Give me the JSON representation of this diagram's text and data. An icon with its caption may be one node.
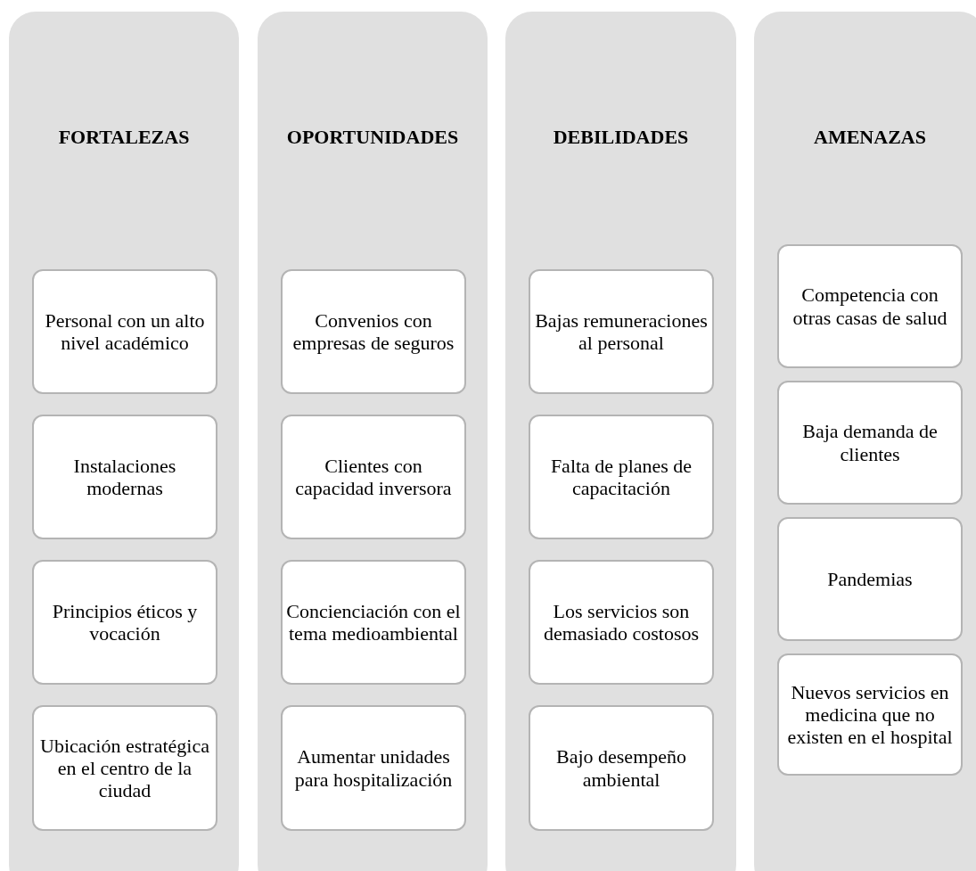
{
  "diagram": {
    "nodes": [
      {
        "text": [
          "FORTALEZAS"
        ]
      },
      {
        "text": [
          "Personal con un alto nivel académico"
        ],
        "in": 0
      },
      {
        "text": [
          "Instalaciones modernas"
        ],
        "in": 0
      },
      {
        "text": [
          "Principios éticos y vocación"
        ],
        "in": 0
      },
      {
        "text": [
          "Ubicación estratégica en el centro de la ciudad"
        ],
        "in": 0
      },
      {
        "text": [
          "OPORTUNIDADES"
        ]
      },
      {
        "text": [
          "Convenios con empresas de seguros"
        ],
        "in": 5
      },
      {
        "text": [
          "Clientes con capacidad inversora"
        ],
        "in": 5
      },
      {
        "text": [
          "Concienciación con el tema medioambiental"
        ],
        "in": 5
      },
      {
        "text": [
          "Aumentar unidades para hospitalización"
        ],
        "in": 5
      },
      {
        "text": [
          "DEBILIDADES"
        ]
      },
      {
        "text": [
          "Bajas remuneraciones al personal"
        ],
        "in": 10
      },
      {
        "text": [
          "Falta de planes de capacitación"
        ],
        "in": 10
      },
      {
        "text": [
          "Los servicios son demasiado costosos"
        ],
        "in": 10
      },
      {
        "text": [
          "Bajo desempeño ambiental"
        ],
        "in": 10
      },
      {
        "text": [
          "AMENAZAS"
        ]
      },
      {
        "text": [
          "Competencia con otras casas de salud"
        ],
        "in": 15
      },
      {
        "text": [
          "Baja demanda de clientes"
        ],
        "in": 15
      },
      {
        "text": [
          "Pandemias"
        ],
        "in": 15
      },
      {
        "text": [
          "Nuevos servicios en medicina que no existen en el hospital"
        ],
        "in": 15
      }
    ]
  }
}
